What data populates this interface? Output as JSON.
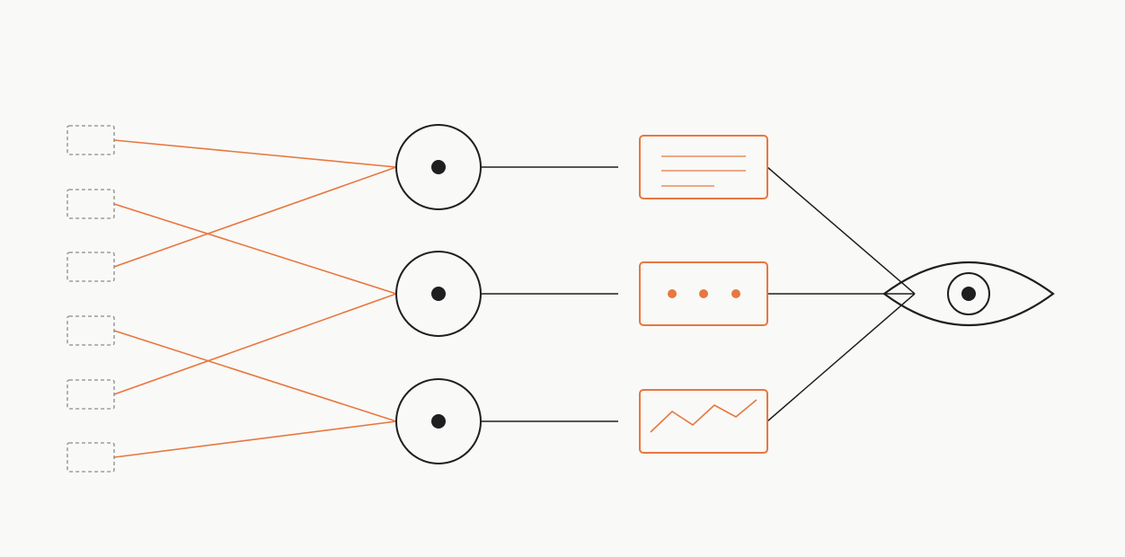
{
  "diagram": {
    "colors": {
      "background": "#f9f9f7",
      "accent": "#e8773f",
      "ink": "#1f1f1f",
      "placeholder": "#8a8a8a"
    },
    "sources": [
      {
        "id": "source-1",
        "kind": "placeholder-box"
      },
      {
        "id": "source-2",
        "kind": "placeholder-box"
      },
      {
        "id": "source-3",
        "kind": "placeholder-box"
      },
      {
        "id": "source-4",
        "kind": "placeholder-box"
      },
      {
        "id": "source-5",
        "kind": "placeholder-box"
      },
      {
        "id": "source-6",
        "kind": "placeholder-box"
      }
    ],
    "nodes": [
      {
        "id": "node-1",
        "icon": "target-circle-icon"
      },
      {
        "id": "node-2",
        "icon": "target-circle-icon"
      },
      {
        "id": "node-3",
        "icon": "target-circle-icon"
      }
    ],
    "source_links": [
      {
        "from": 0,
        "to": 0
      },
      {
        "from": 1,
        "to": 1
      },
      {
        "from": 2,
        "to": 0
      },
      {
        "from": 3,
        "to": 2
      },
      {
        "from": 4,
        "to": 1
      },
      {
        "from": 5,
        "to": 2
      }
    ],
    "cards": [
      {
        "id": "card-1",
        "icon": "text-lines-icon"
      },
      {
        "id": "card-2",
        "icon": "dots-icon"
      },
      {
        "id": "card-3",
        "icon": "line-chart-icon"
      }
    ],
    "viewer": {
      "icon": "eye-icon"
    }
  }
}
